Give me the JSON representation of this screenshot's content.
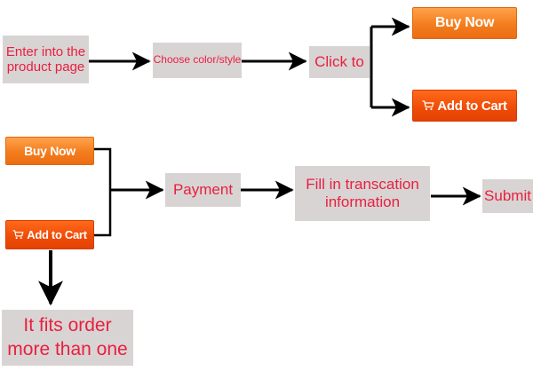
{
  "steps": {
    "enter_product_page": "Enter into the product page",
    "choose_color_style": "Choose color/style",
    "click_to": "Click to",
    "payment": "Payment",
    "fill_in_info": "Fill in transcation information",
    "submit": "Submit",
    "fits_order": "It fits order more than one"
  },
  "buttons": {
    "buy_now": "Buy Now",
    "add_to_cart": "Add to Cart"
  },
  "icons": {
    "cart": "shopping-cart-icon"
  },
  "colors": {
    "step_text": "#e8203f",
    "step_bg": "#d9d4d4",
    "buy_now_bg": "#f37d1e",
    "add_to_cart_bg": "#ee4b07",
    "arrow": "#000000"
  }
}
